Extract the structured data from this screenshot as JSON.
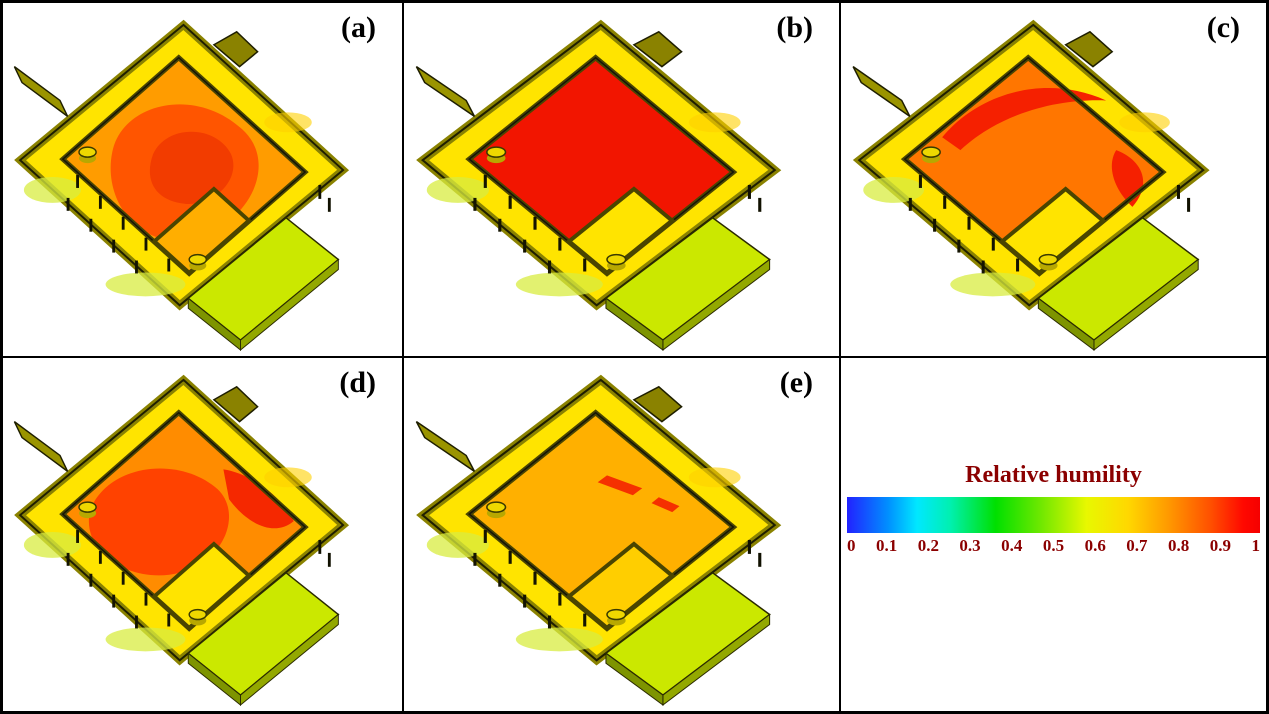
{
  "panels": [
    {
      "label": "(a)",
      "chamber_color": "#FF9C00",
      "blob1_color": "#FF5500",
      "blob2_color": "#F23C00",
      "corridor_color": "#FFAE00"
    },
    {
      "label": "(b)",
      "chamber_color": "#F21500",
      "blob1_color": "none",
      "blob2_color": "none",
      "corridor_color": "#FFE400"
    },
    {
      "label": "(c)",
      "chamber_color": "#FF7600",
      "blob1_color": "#F52000",
      "blob2_color": "#F52000",
      "corridor_color": "#FFE400"
    },
    {
      "label": "(d)",
      "chamber_color": "#FF8C00",
      "blob1_color": "#FF4200",
      "blob2_color": "#F52800",
      "corridor_color": "#FFE400"
    },
    {
      "label": "(e)",
      "chamber_color": "#FFB000",
      "blob1_color": "#F53000",
      "blob2_color": "none",
      "corridor_color": "#FFCE00"
    }
  ],
  "scene_colors": {
    "floor": "#FFE400",
    "wall": "#8A8200",
    "wall_dark": "#4A4500",
    "platform_top": "#CBE800",
    "platform_side": "#93A800",
    "green_patch": "#D8EC40",
    "spout": "#9A9400",
    "cylinder": "#EED800"
  },
  "legend": {
    "title": "Relative humility",
    "text_color": "#8B0000",
    "ticks": [
      "0",
      "0.1",
      "0.2",
      "0.3",
      "0.4",
      "0.5",
      "0.6",
      "0.7",
      "0.8",
      "0.9",
      "1"
    ],
    "gradient": [
      "#2222ff 0%",
      "#0090ff 10%",
      "#00e8ff 17%",
      "#00f0b0 25%",
      "#00e000 36%",
      "#70e800 47%",
      "#e8f800 58%",
      "#ffd800 68%",
      "#ff9800 78%",
      "#ff5000 88%",
      "#ff0800 96%",
      "#f50000 100%"
    ]
  },
  "chart_data": {
    "type": "heatmap",
    "title": "Relative humility",
    "colorbar": {
      "label": "Relative humility",
      "range": [
        0,
        1
      ],
      "ticks": [
        0,
        0.1,
        0.2,
        0.3,
        0.4,
        0.5,
        0.6,
        0.7,
        0.8,
        0.9,
        1
      ],
      "colormap": "rainbow: blue -> cyan -> green -> yellow -> orange -> red",
      "orientation": "horizontal"
    },
    "panels": [
      {
        "label": "(a)",
        "description": "3D drying-room contour: interior mostly orange RH ~0.75-0.85 with red-orange core ~0.9, outer floor yellow ~0.6-0.65",
        "approx_rh_range": [
          0.6,
          0.9
        ]
      },
      {
        "label": "(b)",
        "description": "chamber uniformly red RH ~0.95-1.0, surrounding floor yellow ~0.6-0.65",
        "approx_rh_range": [
          0.6,
          1.0
        ]
      },
      {
        "label": "(c)",
        "description": "chamber orange-red RH ~0.85 with red streaks ~0.95 along walls, floor ~0.65",
        "approx_rh_range": [
          0.6,
          0.95
        ]
      },
      {
        "label": "(d)",
        "description": "chamber orange RH ~0.8 with large red patches ~0.9-0.95 at center and upper-right, floor ~0.65",
        "approx_rh_range": [
          0.6,
          0.95
        ]
      },
      {
        "label": "(e)",
        "description": "chamber fairly uniform light orange RH ~0.75 with small red streaks ~0.9, floor ~0.65",
        "approx_rh_range": [
          0.6,
          0.9
        ]
      }
    ]
  }
}
